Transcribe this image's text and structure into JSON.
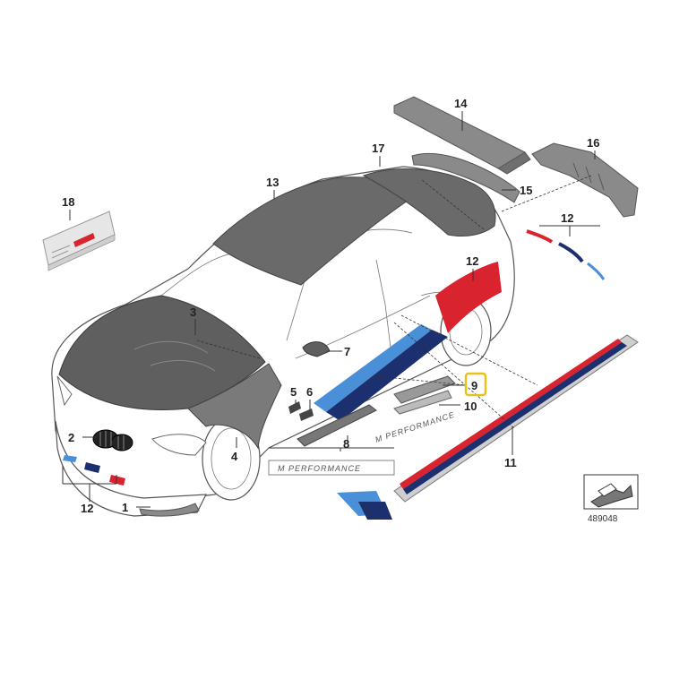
{
  "diagram": {
    "callouts": {
      "c1": "1",
      "c2": "2",
      "c3": "3",
      "c4": "4",
      "c5": "5",
      "c6": "6",
      "c7": "7",
      "c8": "8",
      "c9": "9",
      "c10": "10",
      "c11": "11",
      "c12a": "12",
      "c12b": "12",
      "c12c": "12",
      "c13": "13",
      "c14": "14",
      "c15": "15",
      "c16": "16",
      "c17": "17",
      "c18": "18"
    },
    "highlighted_callout": "9",
    "highlight_color": "#e8c21a",
    "badge_text_1": "M PERFORMANCE",
    "badge_text_2": "M PERFORMANCE",
    "reference_number": "489048",
    "colors": {
      "m_light_blue": "#4a90d9",
      "m_dark_blue": "#1c2f6e",
      "m_red": "#d9232e"
    }
  }
}
